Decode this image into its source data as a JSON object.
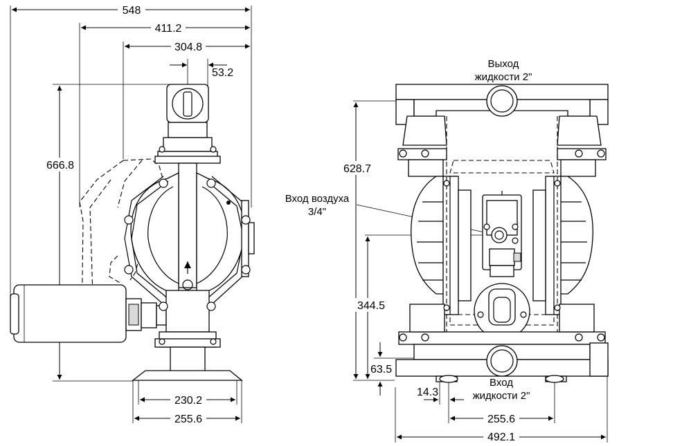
{
  "side_view": {
    "dims": {
      "overall_width": "548",
      "width_411": "411.2",
      "width_304": "304.8",
      "offset": "53.2",
      "height": "666.8",
      "base_inner": "230.2",
      "base_outer": "255.6"
    }
  },
  "front_view": {
    "labels": {
      "outlet_line1": "Выход",
      "outlet_line2": "жидкости 2\"",
      "air_line1": "Вход воздуха",
      "air_line2": "3/4\"",
      "inlet_line1": "Вход",
      "inlet_line2": "жидкости 2\""
    },
    "dims": {
      "height": "628.7",
      "air_height": "344.5",
      "inlet_height": "63.5",
      "foot_offset": "14.3",
      "foot_span": "255.6",
      "overall_width": "492.1"
    }
  }
}
